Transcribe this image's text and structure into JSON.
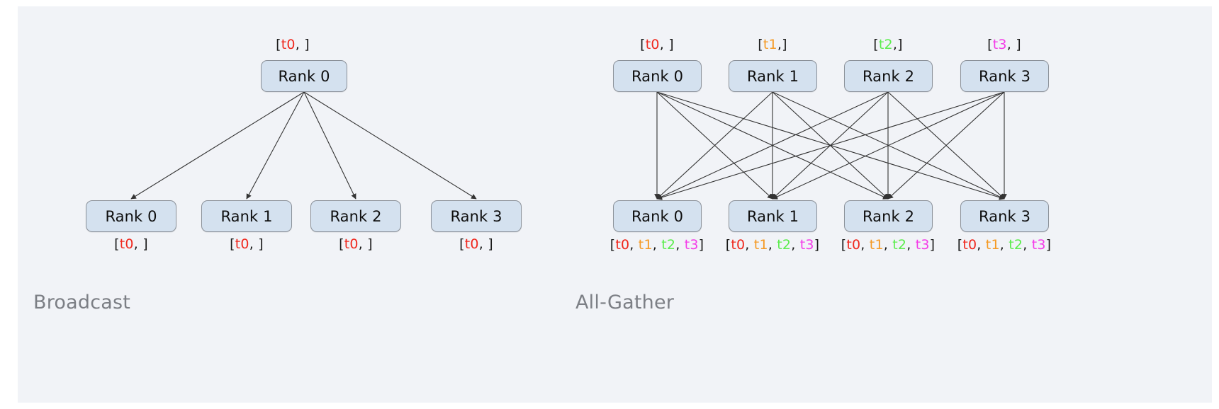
{
  "canvas": {
    "background": "#f1f3f7",
    "page_background": "#ffffff"
  },
  "token_colors": {
    "t0": "#f0281e",
    "t1": "#f59a24",
    "t2": "#5ced4e",
    "t3": "#f43ce8",
    "bracket": "#1b1b1b"
  },
  "node_style": {
    "fill": "#d4e1ef",
    "border": "#8b9199",
    "text": "#0e0e0e"
  },
  "edge_color": "#333333",
  "diagrams": [
    {
      "id": "broadcast",
      "caption": "Broadcast",
      "top_nodes": [
        {
          "label": "Rank 0",
          "tokens_text": "[t0, ]",
          "tokens": [
            "t0"
          ]
        }
      ],
      "bottom_nodes": [
        {
          "label": "Rank 0",
          "tokens_text": "[t0, ]",
          "tokens": [
            "t0"
          ]
        },
        {
          "label": "Rank 1",
          "tokens_text": "[t0, ]",
          "tokens": [
            "t0"
          ]
        },
        {
          "label": "Rank 2",
          "tokens_text": "[t0, ]",
          "tokens": [
            "t0"
          ]
        },
        {
          "label": "Rank 3",
          "tokens_text": "[t0, ]",
          "tokens": [
            "t0"
          ]
        }
      ],
      "edge_pattern": "one-to-all"
    },
    {
      "id": "all-gather",
      "caption": "All-Gather",
      "top_nodes": [
        {
          "label": "Rank 0",
          "tokens_text": "[t0, ]",
          "tokens": [
            "t0"
          ]
        },
        {
          "label": "Rank 1",
          "tokens_text": "[t1,]",
          "tokens": [
            "t1"
          ]
        },
        {
          "label": "Rank 2",
          "tokens_text": "[t2,]",
          "tokens": [
            "t2"
          ]
        },
        {
          "label": "Rank 3",
          "tokens_text": "[t3, ]",
          "tokens": [
            "t3"
          ]
        }
      ],
      "bottom_nodes": [
        {
          "label": "Rank 0",
          "tokens_text": "[t0, t1, t2, t3]",
          "tokens": [
            "t0",
            "t1",
            "t2",
            "t3"
          ]
        },
        {
          "label": "Rank 1",
          "tokens_text": "[t0, t1, t2, t3]",
          "tokens": [
            "t0",
            "t1",
            "t2",
            "t3"
          ]
        },
        {
          "label": "Rank 2",
          "tokens_text": "[t0, t1, t2, t3]",
          "tokens": [
            "t0",
            "t1",
            "t2",
            "t3"
          ]
        },
        {
          "label": "Rank 3",
          "tokens_text": "[t0, t1, t2, t3]",
          "tokens": [
            "t0",
            "t1",
            "t2",
            "t3"
          ]
        }
      ],
      "edge_pattern": "all-to-all"
    }
  ]
}
